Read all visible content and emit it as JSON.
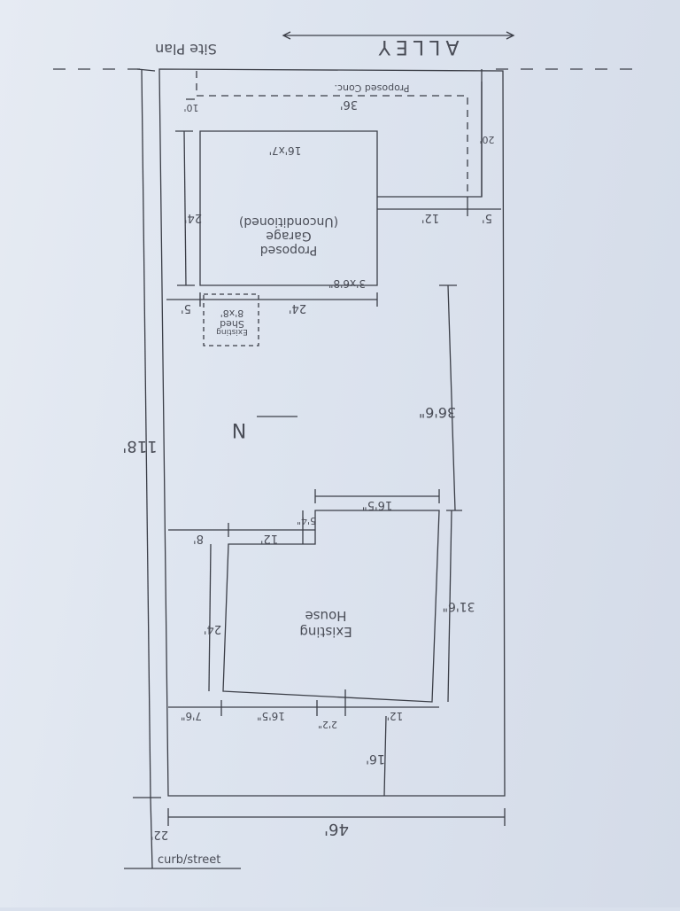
{
  "title": "Site Plan",
  "alley": "ALLEY",
  "north_label": "N",
  "curb_label": "curb/street",
  "garage": {
    "line1": "Proposed",
    "line2": "Garage",
    "line3": "(Unconditioned)",
    "door_big": "16'x7'",
    "door_small": "3'x6'8\"",
    "proposed_conc": "Proposed Conc."
  },
  "shed": {
    "line1": "Existing",
    "line2": "Shed",
    "line3": "8'x8'"
  },
  "house": {
    "line1": "Existing",
    "line2": "House"
  },
  "dims": {
    "lot_depth": "118'",
    "lot_width": "46'",
    "front_setback": "22'",
    "garage_width_top": "36'",
    "garage_alley_gap": "10'",
    "garage_conc_depth": "20'",
    "garage_side_gap": "5'",
    "garage_ext": "12'",
    "garage_ext_side": "5'",
    "garage_depth": "24'",
    "garage_width": "24'",
    "garage_bottom_gap": "5'",
    "house_gap": "36'6\"",
    "house_top_width": "16'5\"",
    "house_step": "5'4\"",
    "house_left_setback": "8'",
    "house_notch": "12'",
    "house_depth_left": "24'",
    "house_depth_right": "31'6\"",
    "house_front_setback": "7'6\"",
    "house_front_a": "16'5\"",
    "house_front_b": "2'2\"",
    "house_front_c": "12'",
    "house_to_front": "16'"
  }
}
